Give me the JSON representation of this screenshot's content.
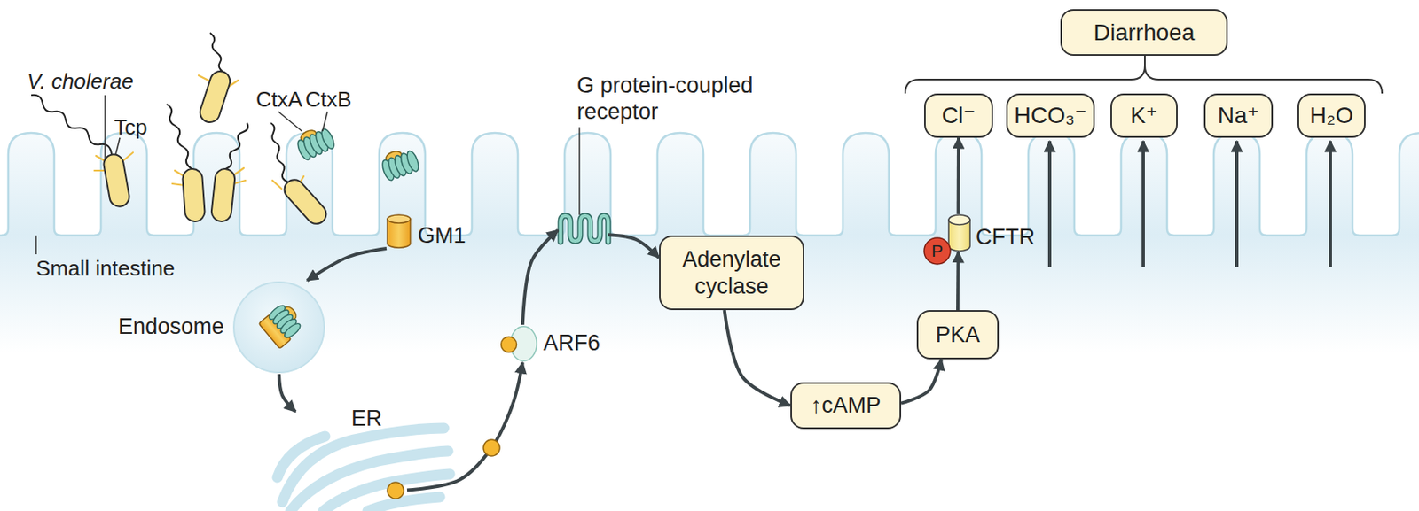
{
  "diagram": {
    "nodes": [
      {
        "text": [
          "GM1"
        ]
      },
      {
        "text": [
          "Endosome"
        ]
      },
      {
        "text": [
          "ER"
        ]
      },
      {
        "text": [
          "ARF6"
        ]
      },
      {
        "text": [
          "G protein-coupled receptor"
        ]
      },
      {
        "text": [
          "Adenylate cyclase"
        ]
      },
      {
        "text": [
          "↑cAMP"
        ]
      },
      {
        "text": [
          "PKA"
        ]
      },
      {
        "text": [
          "P"
        ]
      },
      {
        "text": [
          "CFTR"
        ]
      },
      {
        "text": [
          "Cl⁻"
        ]
      },
      {
        "text": [
          "HCO₃⁻"
        ]
      },
      {
        "text": [
          "K⁺"
        ]
      },
      {
        "text": [
          "Na⁺"
        ]
      },
      {
        "text": [
          "H₂O"
        ]
      },
      {
        "text": [
          "Diarrhoea"
        ]
      }
    ],
    "edges": [
      {
        "from": 0,
        "to": 1,
        "arrow": "to"
      },
      {
        "from": 1,
        "to": 2,
        "arrow": "to"
      },
      {
        "from": 2,
        "to": 3,
        "arrow": "to"
      },
      {
        "from": 3,
        "to": 4,
        "arrow": "to"
      },
      {
        "from": 4,
        "to": 5,
        "arrow": "to"
      },
      {
        "from": 5,
        "to": 6,
        "arrow": "to"
      },
      {
        "from": 6,
        "to": 7,
        "arrow": "to"
      },
      {
        "from": 7,
        "to": 9,
        "arrow": "to"
      },
      {
        "from": 9,
        "to": 10,
        "arrow": "to"
      }
    ],
    "labels": [
      "V. cholerae",
      "Tcp",
      "CtxA",
      "CtxB",
      "Small intestine"
    ]
  }
}
